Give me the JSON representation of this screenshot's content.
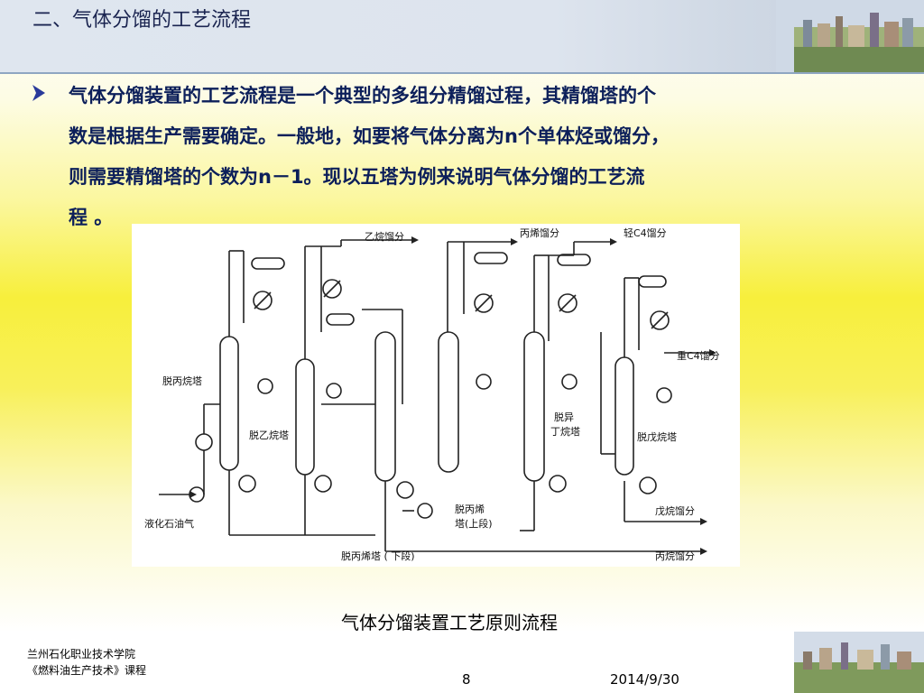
{
  "header": {
    "title": "二、气体分馏的工艺流程"
  },
  "bullet": {
    "lines": [
      "气体分馏装置的工艺流程是一个典型的多组分精馏过程，其精馏塔的个",
      "数是根据生产需要确定。一般地，如要将气体分离为n个单体烃或馏分，",
      "则需要精馏塔的个数为n－1。现以五塔为例来说明气体分馏的工艺流",
      "程 。"
    ]
  },
  "diagram": {
    "labels": {
      "ethane": "乙烷馏分",
      "propylene": "丙烯馏分",
      "light_c4": "轻C4馏分",
      "heavy_c4": "重C4馏分",
      "pentane": "戊烷馏分",
      "propane": "丙烷馏分",
      "depropanizer": "脱丙烷塔",
      "deethanizer": "脱乙烷塔",
      "depropylenizer_upper_1": "脱丙烯",
      "depropylenizer_upper_2": "塔(上段)",
      "depropylenizer_lower": "脱丙烯塔 ( 下段)",
      "deisobutanizer_1": "脱异",
      "deisobutanizer_2": "丁烷塔",
      "depentanizer": "脱戊烷塔",
      "lpg": "液化石油气"
    }
  },
  "caption": "气体分馏装置工艺原则流程",
  "footer": {
    "org": "兰州石化职业技术学院",
    "course": "《燃料油生产技术》课程",
    "page": "8",
    "date": "2014/9/30"
  },
  "colors": {
    "title": "#1a2450",
    "text": "#0c1f5a",
    "bullet": "#2a3a9a",
    "header_line": "#8fa6c2"
  },
  "icons": {
    "bullet": "arrowhead-bullet-icon"
  }
}
